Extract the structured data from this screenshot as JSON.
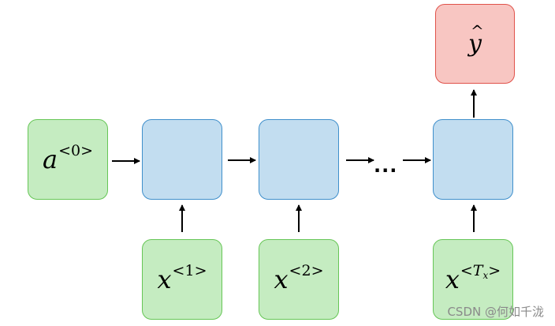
{
  "nodes": {
    "a0": {
      "base": "a",
      "sup_open": "<",
      "sup_mid": "0",
      "sup_close": ">"
    },
    "x1": {
      "base": "x",
      "sup_open": "<",
      "sup_mid": "1",
      "sup_close": ">"
    },
    "x2": {
      "base": "x",
      "sup_open": "<",
      "sup_mid": "2",
      "sup_close": ">"
    },
    "xT": {
      "base": "x",
      "sup_open": "<",
      "sup_mid": "T",
      "sup_sub": "x",
      "sup_close": ">"
    },
    "yhat": {
      "base": "y",
      "accent": "^"
    }
  },
  "ellipsis": "...",
  "watermark": "CSDN @何如千泷",
  "colors": {
    "green_fill": "#c5ecc1",
    "green_border": "#66c656",
    "blue_fill": "#c2ddf0",
    "blue_border": "#3f8fcb",
    "red_fill": "#f8c6c2",
    "red_border": "#e0524a"
  }
}
